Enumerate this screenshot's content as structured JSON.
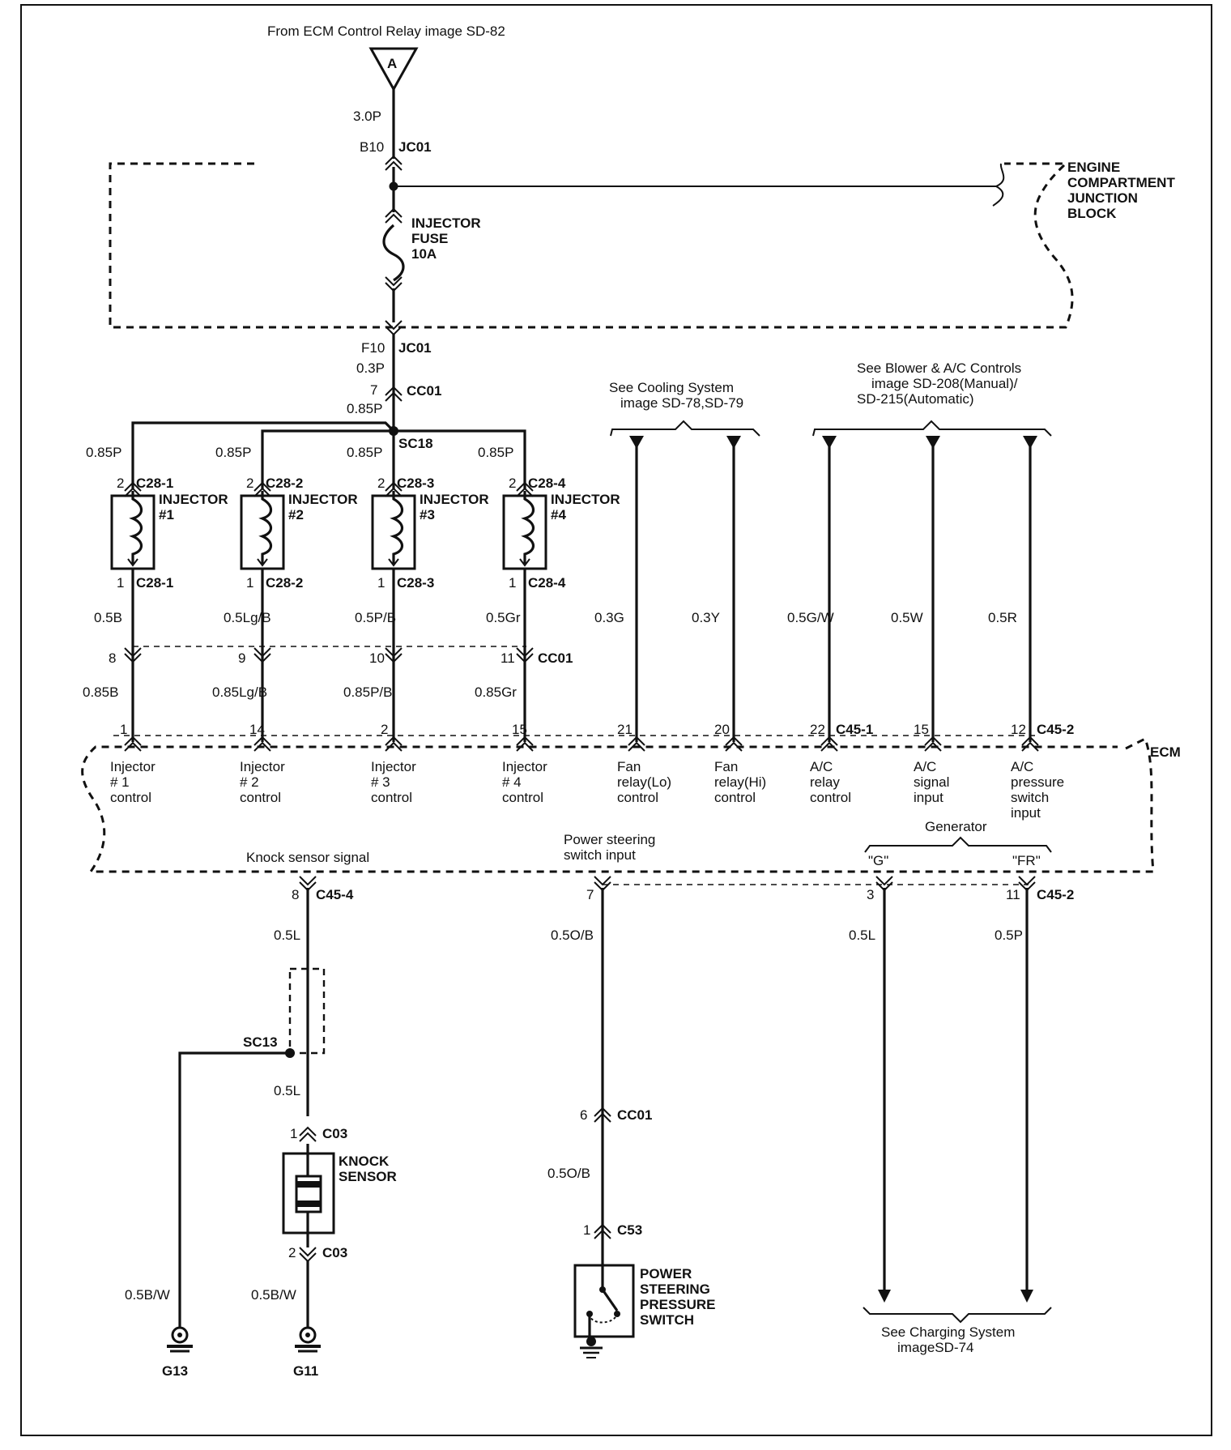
{
  "top": {
    "source_label": "From ECM Control Relay  image SD-82",
    "connector_letter": "A",
    "wire_main": "3.0P",
    "pin_b10": "B10",
    "conn_jc01": "JC01"
  },
  "junction_block": {
    "title_lines": [
      "ENGINE",
      "COMPARTMENT",
      "JUNCTION",
      "BLOCK"
    ],
    "fuse_lines": [
      "INJECTOR",
      "FUSE",
      "10A"
    ]
  },
  "fuse_out": {
    "pin_f10": "F10",
    "conn_jc01": "JC01",
    "wire_03p": "0.3P",
    "pin_7": "7",
    "conn_cc01": "CC01",
    "wire_085p": "0.85P",
    "splice": "SC18"
  },
  "injectors": [
    {
      "feed_wire": "0.85P",
      "pin_top": "2",
      "conn_top": "C28-1",
      "label": "INJECTOR",
      "num": "#1",
      "pin_bot": "1",
      "conn_bot": "C28-1",
      "wire_a": "0.5B",
      "cc01_pin": "8",
      "wire_b": "0.85B",
      "ecm_pin": "1",
      "ecm_text": [
        "Injector",
        "# 1",
        "control"
      ]
    },
    {
      "feed_wire": "0.85P",
      "pin_top": "2",
      "conn_top": "C28-2",
      "label": "INJECTOR",
      "num": "#2",
      "pin_bot": "1",
      "conn_bot": "C28-2",
      "wire_a": "0.5Lg/B",
      "cc01_pin": "9",
      "wire_b": "0.85Lg/B",
      "ecm_pin": "14",
      "ecm_text": [
        "Injector",
        "# 2",
        "control"
      ]
    },
    {
      "feed_wire": "0.85P",
      "pin_top": "2",
      "conn_top": "C28-3",
      "label": "INJECTOR",
      "num": "#3",
      "pin_bot": "1",
      "conn_bot": "C28-3",
      "wire_a": "0.5P/B",
      "cc01_pin": "10",
      "wire_b": "0.85P/B",
      "ecm_pin": "2",
      "ecm_text": [
        "Injector",
        "# 3",
        "control"
      ]
    },
    {
      "feed_wire": "0.85P",
      "pin_top": "2",
      "conn_top": "C28-4",
      "label": "INJECTOR",
      "num": "#4",
      "pin_bot": "1",
      "conn_bot": "C28-4",
      "wire_a": "0.5Gr",
      "cc01_pin": "11",
      "wire_b": "0.85Gr",
      "ecm_pin": "15",
      "ecm_text": [
        "Injector",
        "# 4",
        "control"
      ]
    }
  ],
  "cc01_row_label": "CC01",
  "cooling": {
    "ref_lines": [
      "See Cooling System",
      "image SD-78,SD-79"
    ],
    "wires": [
      {
        "wire": "0.3G",
        "ecm_pin": "21",
        "ecm_text": [
          "Fan",
          "relay(Lo)",
          "control"
        ]
      },
      {
        "wire": "0.3Y",
        "ecm_pin": "20",
        "ecm_text": [
          "Fan",
          "relay(Hi)",
          "control"
        ]
      }
    ]
  },
  "ac": {
    "ref_lines": [
      "See Blower & A/C Controls",
      "image SD-208(Manual)/",
      "SD-215(Automatic)"
    ],
    "wires": [
      {
        "wire": "0.5G/W",
        "ecm_pin": "22",
        "conn": "C45-1",
        "ecm_text": [
          "A/C",
          "relay",
          "control"
        ]
      },
      {
        "wire": "0.5W",
        "ecm_pin": "15",
        "conn": "",
        "ecm_text": [
          "A/C",
          "signal",
          "input"
        ]
      },
      {
        "wire": "0.5R",
        "ecm_pin": "12",
        "conn": "C45-2",
        "ecm_text": [
          "A/C",
          "pressure",
          "switch",
          "input"
        ]
      }
    ]
  },
  "ecm": {
    "label": "ECM",
    "knock_signal": "Knock sensor signal",
    "ps_lines": [
      "Power steering",
      "switch input"
    ],
    "generator": "Generator",
    "gen_g": "\"G\"",
    "gen_fr": "\"FR\""
  },
  "knock": {
    "pin_8": "8",
    "conn": "C45-4",
    "wire_1": "0.5L",
    "splice": "SC13",
    "wire_2": "0.5L",
    "pin_c03_1": "1",
    "conn_c03": "C03",
    "sensor_lines": [
      "KNOCK",
      "SENSOR"
    ],
    "pin_c03_2": "2",
    "conn_c03_b": "C03",
    "wire_g13": "0.5B/W",
    "wire_g11": "0.5B/W",
    "ground_g13": "G13",
    "ground_g11": "G11"
  },
  "power_steering": {
    "pin_7": "7",
    "wire_1": "0.5O/B",
    "pin_cc01": "6",
    "conn_cc01": "CC01",
    "wire_2": "0.5O/B",
    "pin_c53": "1",
    "conn_c53": "C53",
    "switch_lines": [
      "POWER",
      "STEERING",
      "PRESSURE",
      "SWITCH"
    ]
  },
  "charging": {
    "pin_3": "3",
    "pin_11": "11",
    "conn": "C45-2",
    "wire_l": "0.5L",
    "wire_p": "0.5P",
    "ref_lines": [
      "See Charging System",
      "imageSD-74"
    ]
  }
}
